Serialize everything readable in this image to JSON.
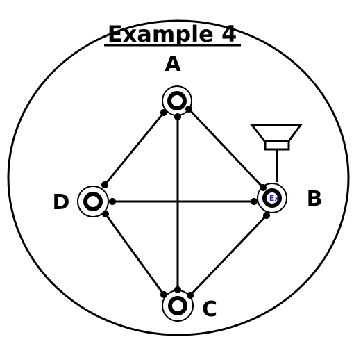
{
  "title": "Example 4",
  "nodes": [
    {
      "id": "A",
      "label": "A",
      "has_ex": false
    },
    {
      "id": "B",
      "label": "B",
      "has_ex": true,
      "ex_label": "Ex"
    },
    {
      "id": "C",
      "label": "C",
      "has_ex": false
    },
    {
      "id": "D",
      "label": "D",
      "has_ex": false
    }
  ],
  "edges": [
    [
      "A",
      "B"
    ],
    [
      "A",
      "C"
    ],
    [
      "A",
      "D"
    ],
    [
      "B",
      "C"
    ],
    [
      "B",
      "D"
    ],
    [
      "C",
      "D"
    ]
  ],
  "speaker": {
    "attached_to": "B",
    "icon": "speaker-icon"
  },
  "colors": {
    "stroke": "#000000",
    "badge": "#2a1fd6",
    "background": "#ffffff"
  }
}
